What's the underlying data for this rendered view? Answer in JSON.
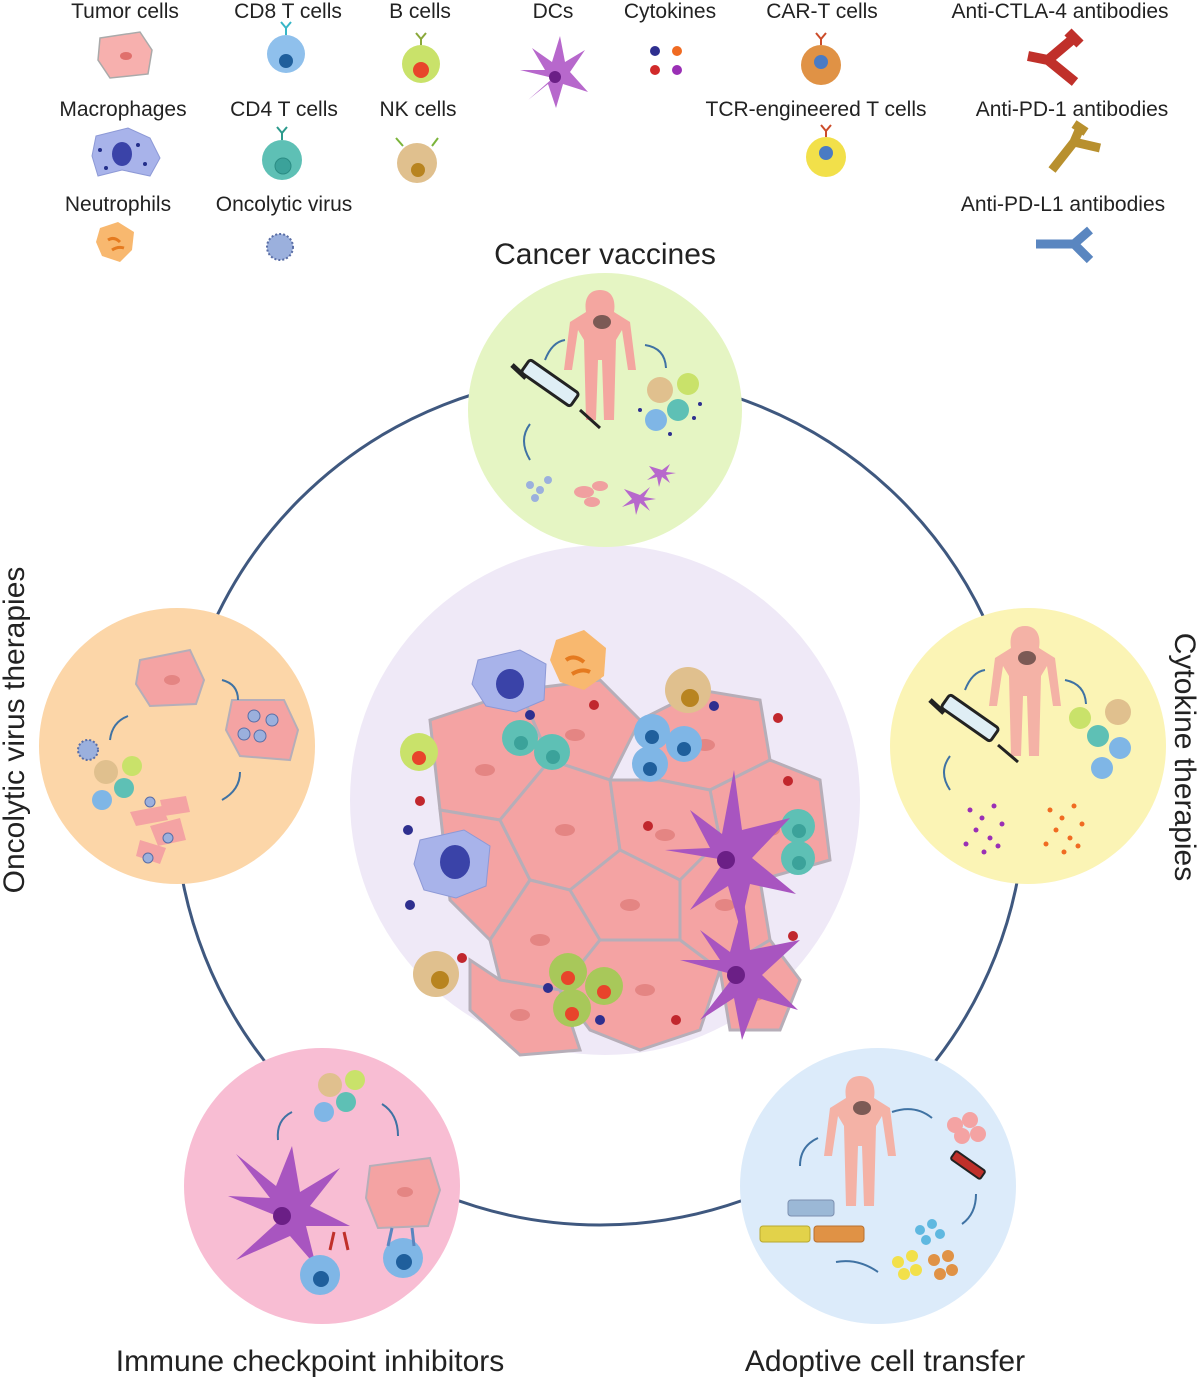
{
  "legend": {
    "tumor_cells": "Tumor cells",
    "cd8_t_cells": "CD8 T cells",
    "b_cells": "B cells",
    "dcs": "DCs",
    "cytokines": "Cytokines",
    "car_t_cells": "CAR-T cells",
    "anti_ctla4": "Anti-CTLA-4 antibodies",
    "macrophages": "Macrophages",
    "cd4_t_cells": "CD4 T cells",
    "nk_cells": "NK cells",
    "tcr_t_cells": "TCR-engineered T cells",
    "anti_pd1": "Anti-PD-1 antibodies",
    "neutrophils": "Neutrophils",
    "oncolytic_virus": "Oncolytic virus",
    "anti_pdl1": "Anti-PD-L1 antibodies"
  },
  "therapies": {
    "cancer_vaccines": "Cancer vaccines",
    "cytokine_therapies": "Cytokine therapies",
    "adoptive_cell_transfer": "Adoptive cell transfer",
    "immune_checkpoint_inhibitors": "Immune checkpoint inhibitors",
    "oncolytic_virus_therapies": "Oncolytic virus therapies"
  },
  "colors": {
    "ring": "#3f587f",
    "tumor": "#f4a3a3",
    "cd8": "#7fb6e6",
    "cd4": "#5ec0b5",
    "b_cell": "#c9e26a",
    "nk": "#e2c08f",
    "dc": "#b05fc6",
    "macrophage": "#8f9ee0",
    "neutrophil": "#f7b975",
    "virus": "#9bb0dd",
    "car_t": "#e09245",
    "tcr_t": "#f2e04a",
    "anti_ctla4": "#c0302a",
    "anti_pd1": "#b8902e",
    "anti_pdl1": "#5a86c0",
    "vaccine_bg": "#e5f5c3",
    "cytokine_bg": "#fbf4b5",
    "act_bg": "#dcebfa",
    "ici_bg": "#f8bdd3",
    "ov_bg": "#fcd6a8",
    "center_bg": "#efe9f7"
  }
}
